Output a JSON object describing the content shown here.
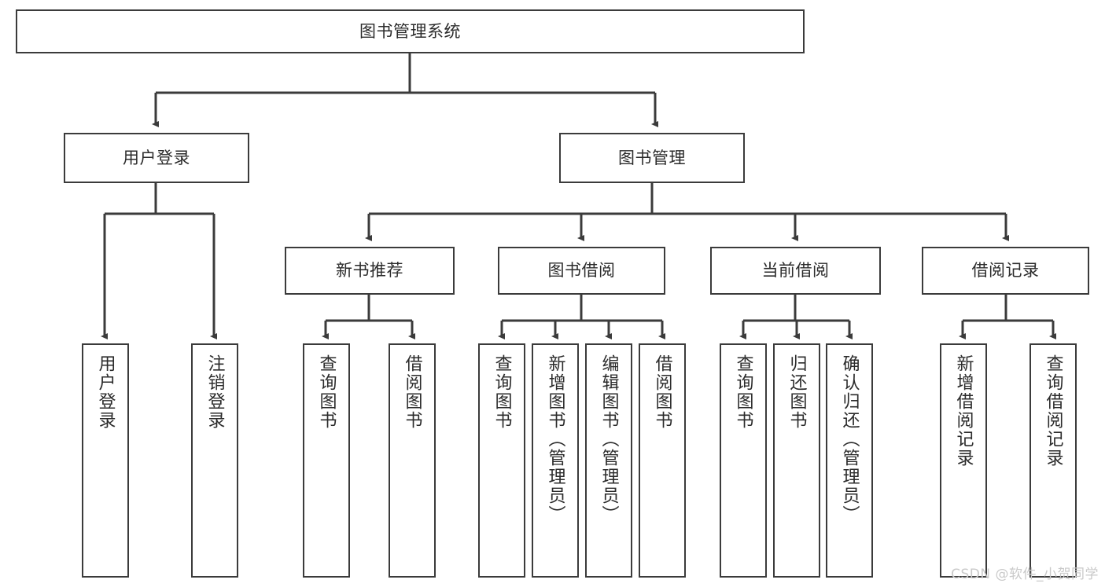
{
  "diagram": {
    "title": "图书管理系统",
    "type": "tree-hierarchy",
    "watermark": "CSDN @软件_小贺同学",
    "colors": {
      "box_border": "#3b3b3b",
      "box_fill": "#ffffff",
      "edge": "#3b3b3b",
      "text": "#2b2b2b",
      "watermark": "#c9c9c9",
      "background": "#ffffff"
    },
    "root": {
      "label": "图书管理系统"
    },
    "level1": [
      {
        "label": "用户登录"
      },
      {
        "label": "图书管理"
      }
    ],
    "level2": [
      {
        "label": "新书推荐"
      },
      {
        "label": "图书借阅"
      },
      {
        "label": "当前借阅"
      },
      {
        "label": "借阅记录"
      }
    ],
    "leaves": {
      "user_login": [
        {
          "label": "用户登录"
        },
        {
          "label": "注销登录"
        }
      ],
      "new_book_recommend": [
        {
          "label": "查询图书"
        },
        {
          "label": "借阅图书"
        }
      ],
      "book_borrow": [
        {
          "label": "查询图书"
        },
        {
          "label": "新增图书（管理员）"
        },
        {
          "label": "编辑图书（管理员）"
        },
        {
          "label": "借阅图书"
        }
      ],
      "current_borrow": [
        {
          "label": "查询图书"
        },
        {
          "label": "归还图书"
        },
        {
          "label": "确认归还（管理员）"
        }
      ],
      "borrow_record": [
        {
          "label": "新增借阅记录"
        },
        {
          "label": "查询借阅记录"
        }
      ]
    }
  }
}
